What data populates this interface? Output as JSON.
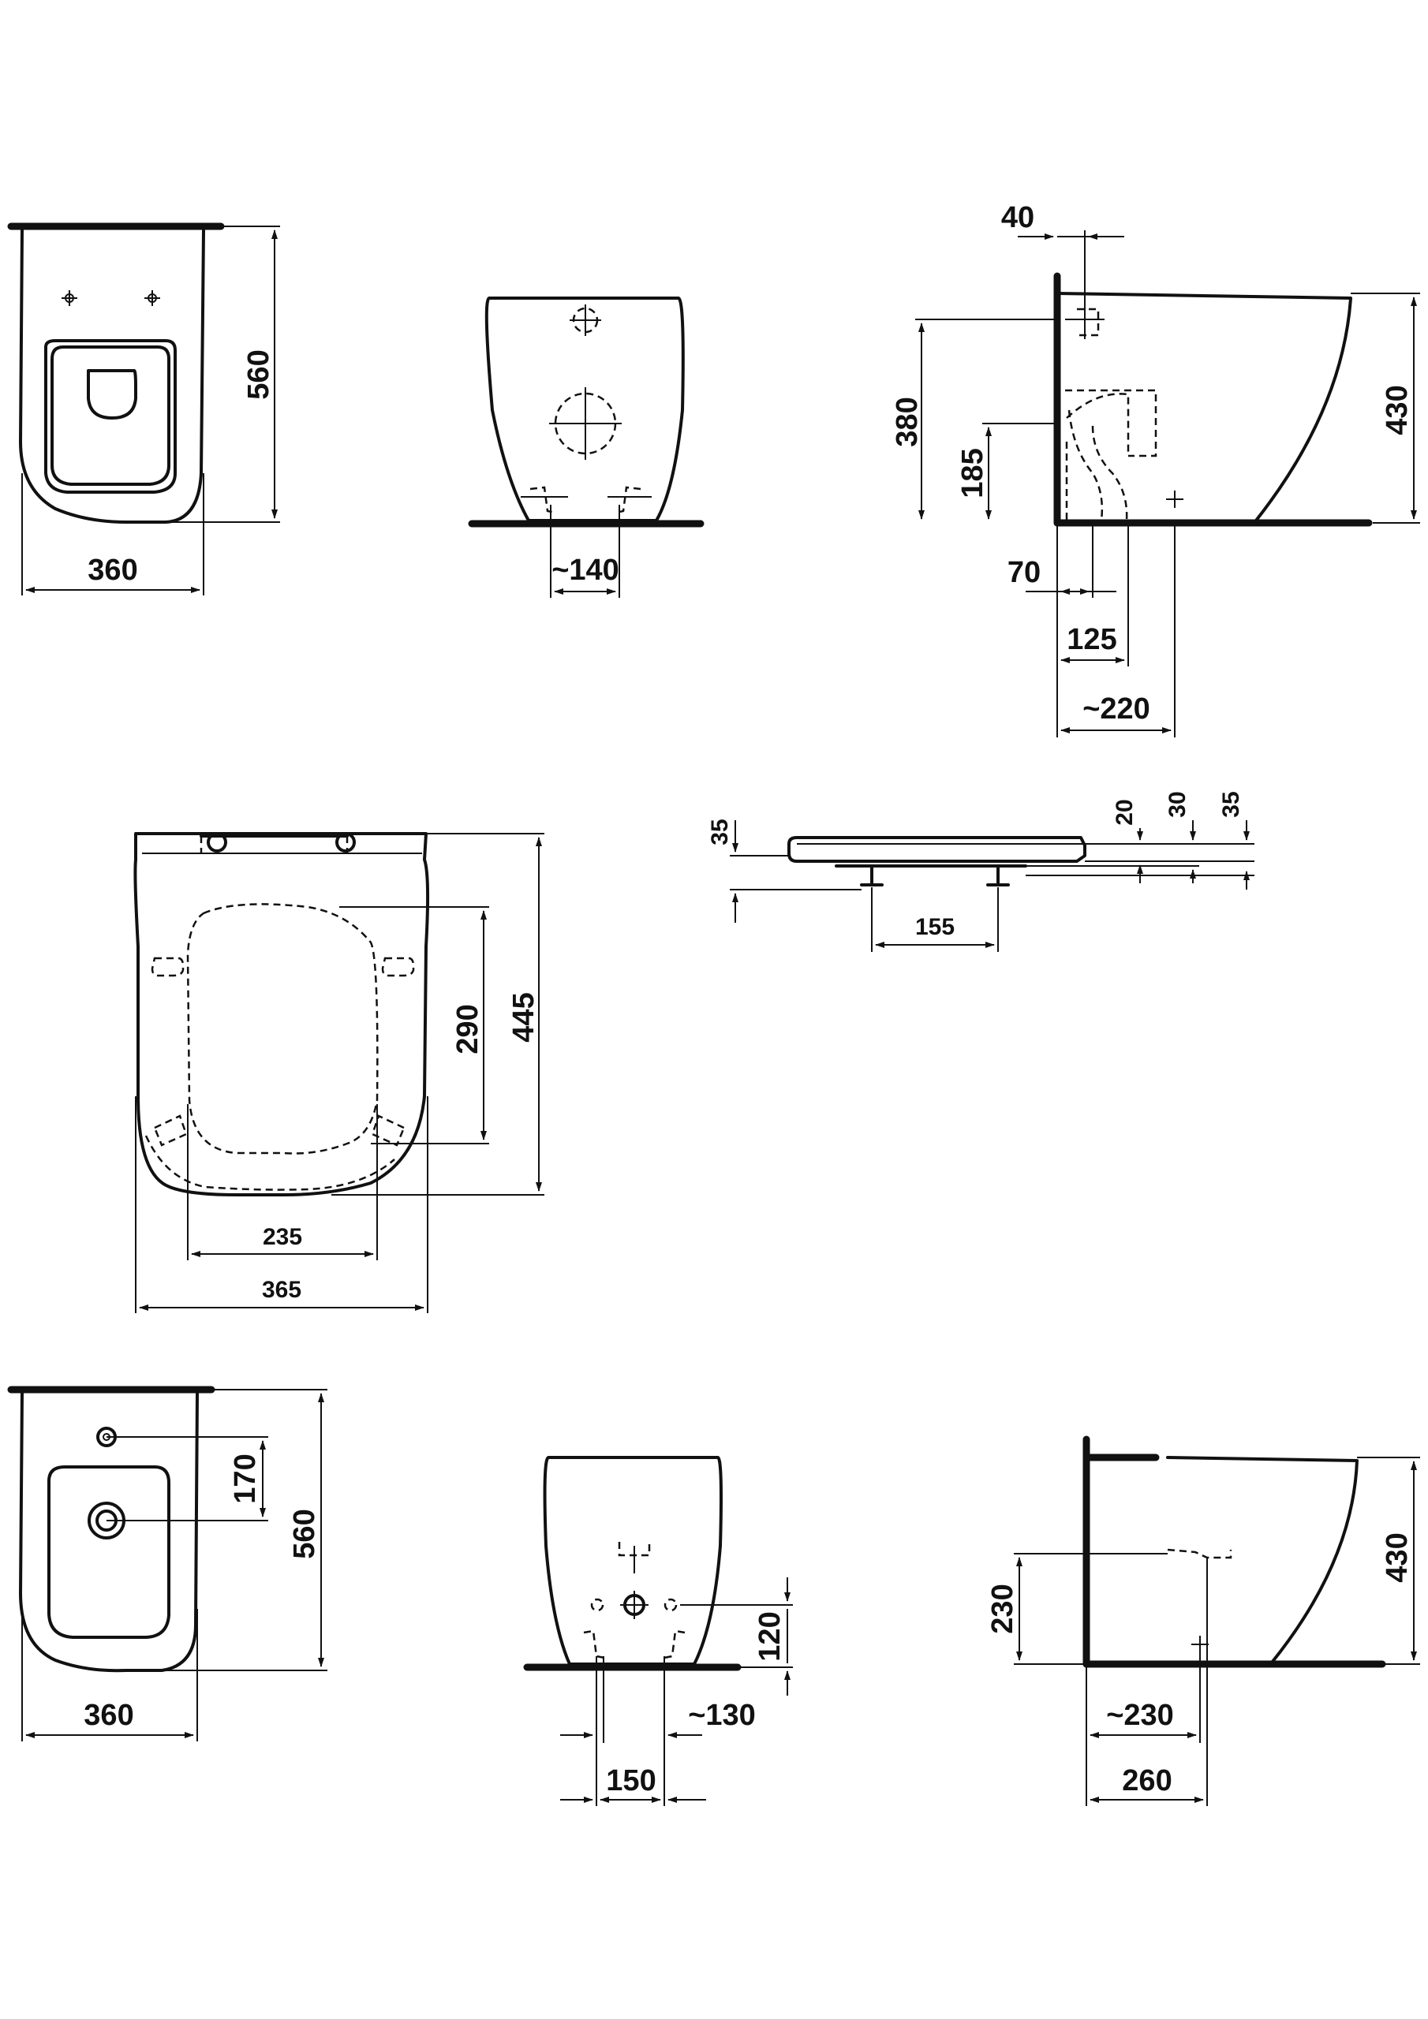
{
  "drawing": {
    "wc": {
      "top_view": {
        "width": "360",
        "depth": "560"
      },
      "front_view": {
        "foot_spacing": "~140"
      },
      "side_view": {
        "wall_offset": "40",
        "inlet_height": "380",
        "outlet_height": "185",
        "bowl_height": "430",
        "outlet_x1": "70",
        "outlet_x2": "125",
        "fixing_x": "~220"
      }
    },
    "seat": {
      "top_view": {
        "inner_length": "290",
        "overall_length": "445",
        "inner_width": "235",
        "overall_width": "365"
      },
      "side_view": {
        "left_height": "35",
        "h1": "20",
        "h2": "30",
        "h3": "35",
        "hinge_spacing": "155"
      }
    },
    "bidet": {
      "top_view": {
        "tap_hole_offset": "170",
        "depth": "560",
        "width": "360"
      },
      "front_view": {
        "outlet_height": "120",
        "foot_spacing": "~130",
        "foot_width": "150"
      },
      "side_view": {
        "inlet_height": "230",
        "height": "430",
        "fixing_x": "~230",
        "depth": "260"
      }
    }
  }
}
